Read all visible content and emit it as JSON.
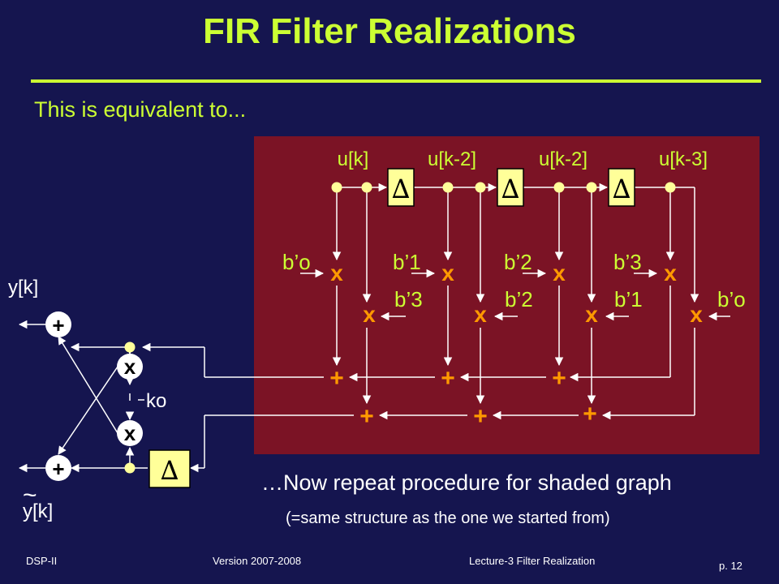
{
  "slide": {
    "title": "FIR Filter Realizations",
    "subtitle": "This is equivalent to...",
    "caption_main": "…Now repeat procedure for shaded graph",
    "caption_sub": "(=same structure as the one we started from)"
  },
  "diagram": {
    "signals": [
      "u[k]",
      "u[k-2]",
      "u[k-2]",
      "u[k-3]"
    ],
    "delay_symbol": "∆",
    "mult_symbol": "x",
    "add_symbol": "+",
    "top_coeffs": [
      "b’o",
      "b’1",
      "b’2",
      "b’3"
    ],
    "bottom_coeffs": [
      "b’3",
      "b’2",
      "b’1",
      "b’o"
    ],
    "output_top": "y[k]",
    "output_bottom": "y[k]",
    "output_bottom_tilde": "~",
    "lattice_coeff": "ko"
  },
  "footer": {
    "left": "DSP-II",
    "version": "Version 2007-2008",
    "lecture": "Lecture-3  Filter Realization",
    "page": "p. 12"
  },
  "colors": {
    "title": "#ccff33",
    "background": "#15154f",
    "shade": "#7b1325",
    "ops": "#ff9900",
    "box": "#ffff99"
  }
}
